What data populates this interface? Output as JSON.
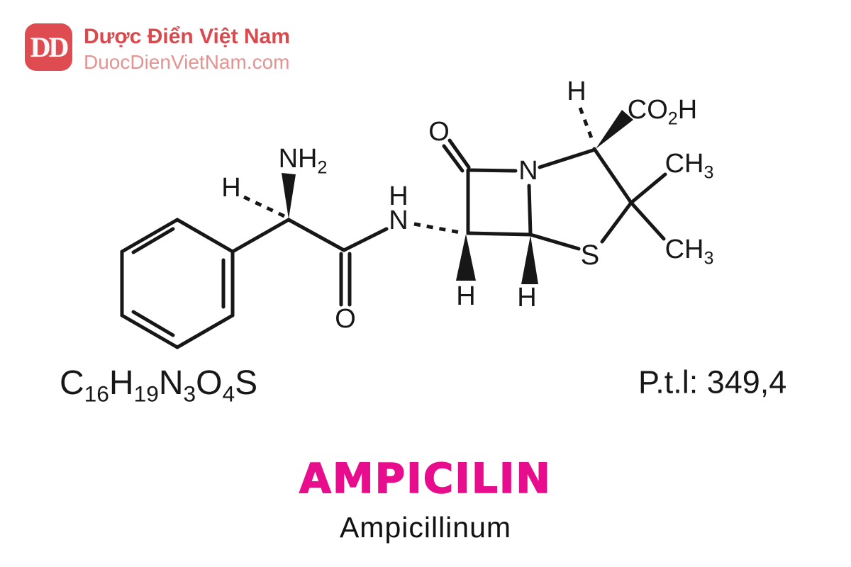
{
  "colors": {
    "brand_red": "#d94a4f",
    "brand_red_light": "#e49391",
    "logo_bg": "#de4b51",
    "accent_pink": "#e80d8c",
    "ink": "#171717"
  },
  "header": {
    "logo_text": "DD",
    "title": "Dược Điển Việt Nam",
    "subtitle": "DuocDienVietNam.com"
  },
  "structure": {
    "labels": {
      "nh2": "NH{2}",
      "h_chiral": "H",
      "h_amide": "H",
      "n_amide": "N",
      "o_amide": "O",
      "o_lactam": "O",
      "n_ring": "N",
      "h_top": "H",
      "co2h": "CO{2}H",
      "ch3_upper": "CH{3}",
      "ch3_lower": "CH{3}",
      "s": "S",
      "h_c6": "H",
      "h_c5": "H"
    },
    "formula": "C{16}H{19}N{3}O{4}S",
    "molecular_weight": "P.t.l: 349,4"
  },
  "caption": {
    "drug_name": "AMPICILIN",
    "latin_name": "Ampicillinum"
  }
}
